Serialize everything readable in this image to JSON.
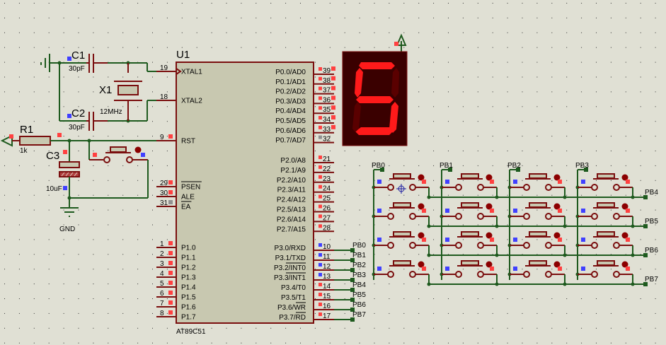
{
  "colors": {
    "background": "#e0e0d4",
    "wire": "#1e5a1e",
    "component_outline": "#7a0e0e",
    "chip_body": "#c8c8b0",
    "pin_high": "#ff4040",
    "pin_low": "#4040ff",
    "pin_float": "#909090",
    "seg_on": "#ff1a1a",
    "seg_off": "#5a0000",
    "display_body": "#3a0000"
  },
  "mcu": {
    "ref": "U1",
    "part": "AT89C51",
    "left_pins": [
      {
        "num": "19",
        "name": "XTAL1",
        "state": "none"
      },
      {
        "num": "18",
        "name": "XTAL2",
        "state": "none"
      },
      {
        "num": "9",
        "name": "RST",
        "state": "high"
      },
      {
        "num": "29",
        "name": "PSEN",
        "state": "high",
        "overline": true
      },
      {
        "num": "30",
        "name": "ALE",
        "state": "high"
      },
      {
        "num": "31",
        "name": "EA",
        "state": "float",
        "overline": true
      },
      {
        "num": "1",
        "name": "P1.0",
        "state": "high"
      },
      {
        "num": "2",
        "name": "P1.1",
        "state": "high"
      },
      {
        "num": "3",
        "name": "P1.2",
        "state": "high"
      },
      {
        "num": "4",
        "name": "P1.3",
        "state": "high"
      },
      {
        "num": "5",
        "name": "P1.4",
        "state": "high"
      },
      {
        "num": "6",
        "name": "P1.5",
        "state": "high"
      },
      {
        "num": "7",
        "name": "P1.6",
        "state": "high"
      },
      {
        "num": "8",
        "name": "P1.7",
        "state": "high"
      }
    ],
    "right_pins": [
      {
        "num": "39",
        "name": "P0.0/AD0",
        "state": "high"
      },
      {
        "num": "38",
        "name": "P0.1/AD1",
        "state": "high"
      },
      {
        "num": "37",
        "name": "P0.2/AD2",
        "state": "high"
      },
      {
        "num": "36",
        "name": "P0.3/AD3",
        "state": "high"
      },
      {
        "num": "35",
        "name": "P0.4/AD4",
        "state": "high"
      },
      {
        "num": "34",
        "name": "P0.5/AD5",
        "state": "high"
      },
      {
        "num": "33",
        "name": "P0.6/AD6",
        "state": "high"
      },
      {
        "num": "32",
        "name": "P0.7/AD7",
        "state": "float"
      },
      {
        "num": "21",
        "name": "P2.0/A8",
        "state": "high"
      },
      {
        "num": "22",
        "name": "P2.1/A9",
        "state": "high"
      },
      {
        "num": "23",
        "name": "P2.2/A10",
        "state": "high"
      },
      {
        "num": "24",
        "name": "P2.3/A11",
        "state": "high"
      },
      {
        "num": "25",
        "name": "P2.4/A12",
        "state": "high"
      },
      {
        "num": "26",
        "name": "P2.5/A13",
        "state": "high"
      },
      {
        "num": "27",
        "name": "P2.6/A14",
        "state": "high"
      },
      {
        "num": "28",
        "name": "P2.7/A15",
        "state": "high"
      },
      {
        "num": "10",
        "name": "P3.0/RXD",
        "state": "low",
        "net": "PB0"
      },
      {
        "num": "11",
        "name": "P3.1/TXD",
        "state": "low",
        "net": "PB1"
      },
      {
        "num": "12",
        "name": "P3.2/INT0",
        "state": "low",
        "net": "PB2"
      },
      {
        "num": "13",
        "name": "P3.3/INT1",
        "state": "low",
        "net": "PB3"
      },
      {
        "num": "14",
        "name": "P3.4/T0",
        "state": "high",
        "net": "PB4"
      },
      {
        "num": "15",
        "name": "P3.5/T1",
        "state": "high",
        "net": "PB5"
      },
      {
        "num": "16",
        "name": "P3.6/WR",
        "state": "high",
        "net": "PB6"
      },
      {
        "num": "17",
        "name": "P3.7/RD",
        "state": "high",
        "net": "PB7"
      }
    ]
  },
  "components": {
    "c1": {
      "ref": "C1",
      "value": "30pF"
    },
    "c2": {
      "ref": "C2",
      "value": "30pF"
    },
    "c3": {
      "ref": "C3",
      "value": "10uF"
    },
    "x1": {
      "ref": "X1",
      "value": "12MHz"
    },
    "r1": {
      "ref": "R1",
      "value": "1k"
    },
    "gnd": {
      "label": "GND"
    }
  },
  "display": {
    "digit": "5",
    "segments": {
      "a": true,
      "b": false,
      "c": true,
      "d": true,
      "e": false,
      "f": true,
      "g": true
    }
  },
  "keypad": {
    "columns": [
      "PB0",
      "PB1",
      "PB2",
      "PB3"
    ],
    "rows": [
      "PB4",
      "PB5",
      "PB6",
      "PB7"
    ]
  }
}
